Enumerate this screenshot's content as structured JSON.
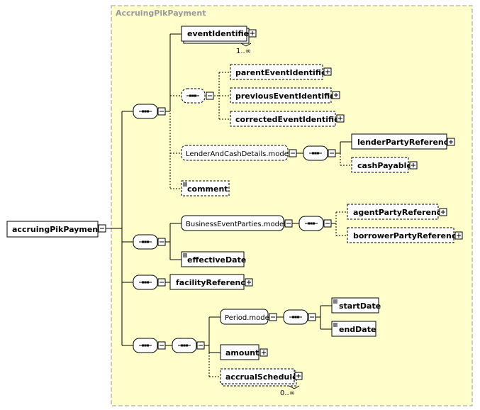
{
  "diagram": {
    "complex_type_title": "AccruingPikPayment",
    "root_label": "accruingPikPayment",
    "elements": {
      "event_identifier": "eventIdentifier",
      "event_identifier_occurs": "1..∞",
      "parent_event_identifier": "parentEventIdentifier",
      "previous_event_identifier": "previousEventIdentifier",
      "corrected_event_identifier": "correctedEventIdentifier",
      "lender_and_cash_details_model": "LenderAndCashDetails.model",
      "lender_party_reference": "lenderPartyReference",
      "cash_payable": "cashPayable",
      "comment": "comment",
      "business_event_parties_model": "BusinessEventParties.model",
      "agent_party_reference": "agentPartyReference",
      "borrower_party_reference": "borrowerPartyReference",
      "effective_date": "effectiveDate",
      "facility_reference": "facilityReference",
      "period_model": "Period.model",
      "start_date": "startDate",
      "end_date": "endDate",
      "amount": "amount",
      "accrual_schedule": "accrualSchedule",
      "accrual_schedule_occurs": "0..∞"
    },
    "colors": {
      "background": "#ffffff",
      "complex_type_fill": "#ffffcc",
      "complex_type_border": "#999999",
      "title_text": "#999999",
      "shadow": "#8c8c8c"
    },
    "icons": [
      "expand-plus-icon",
      "collapse-minus-icon",
      "sequence-compositor-icon",
      "annotation-doc-icon"
    ]
  }
}
